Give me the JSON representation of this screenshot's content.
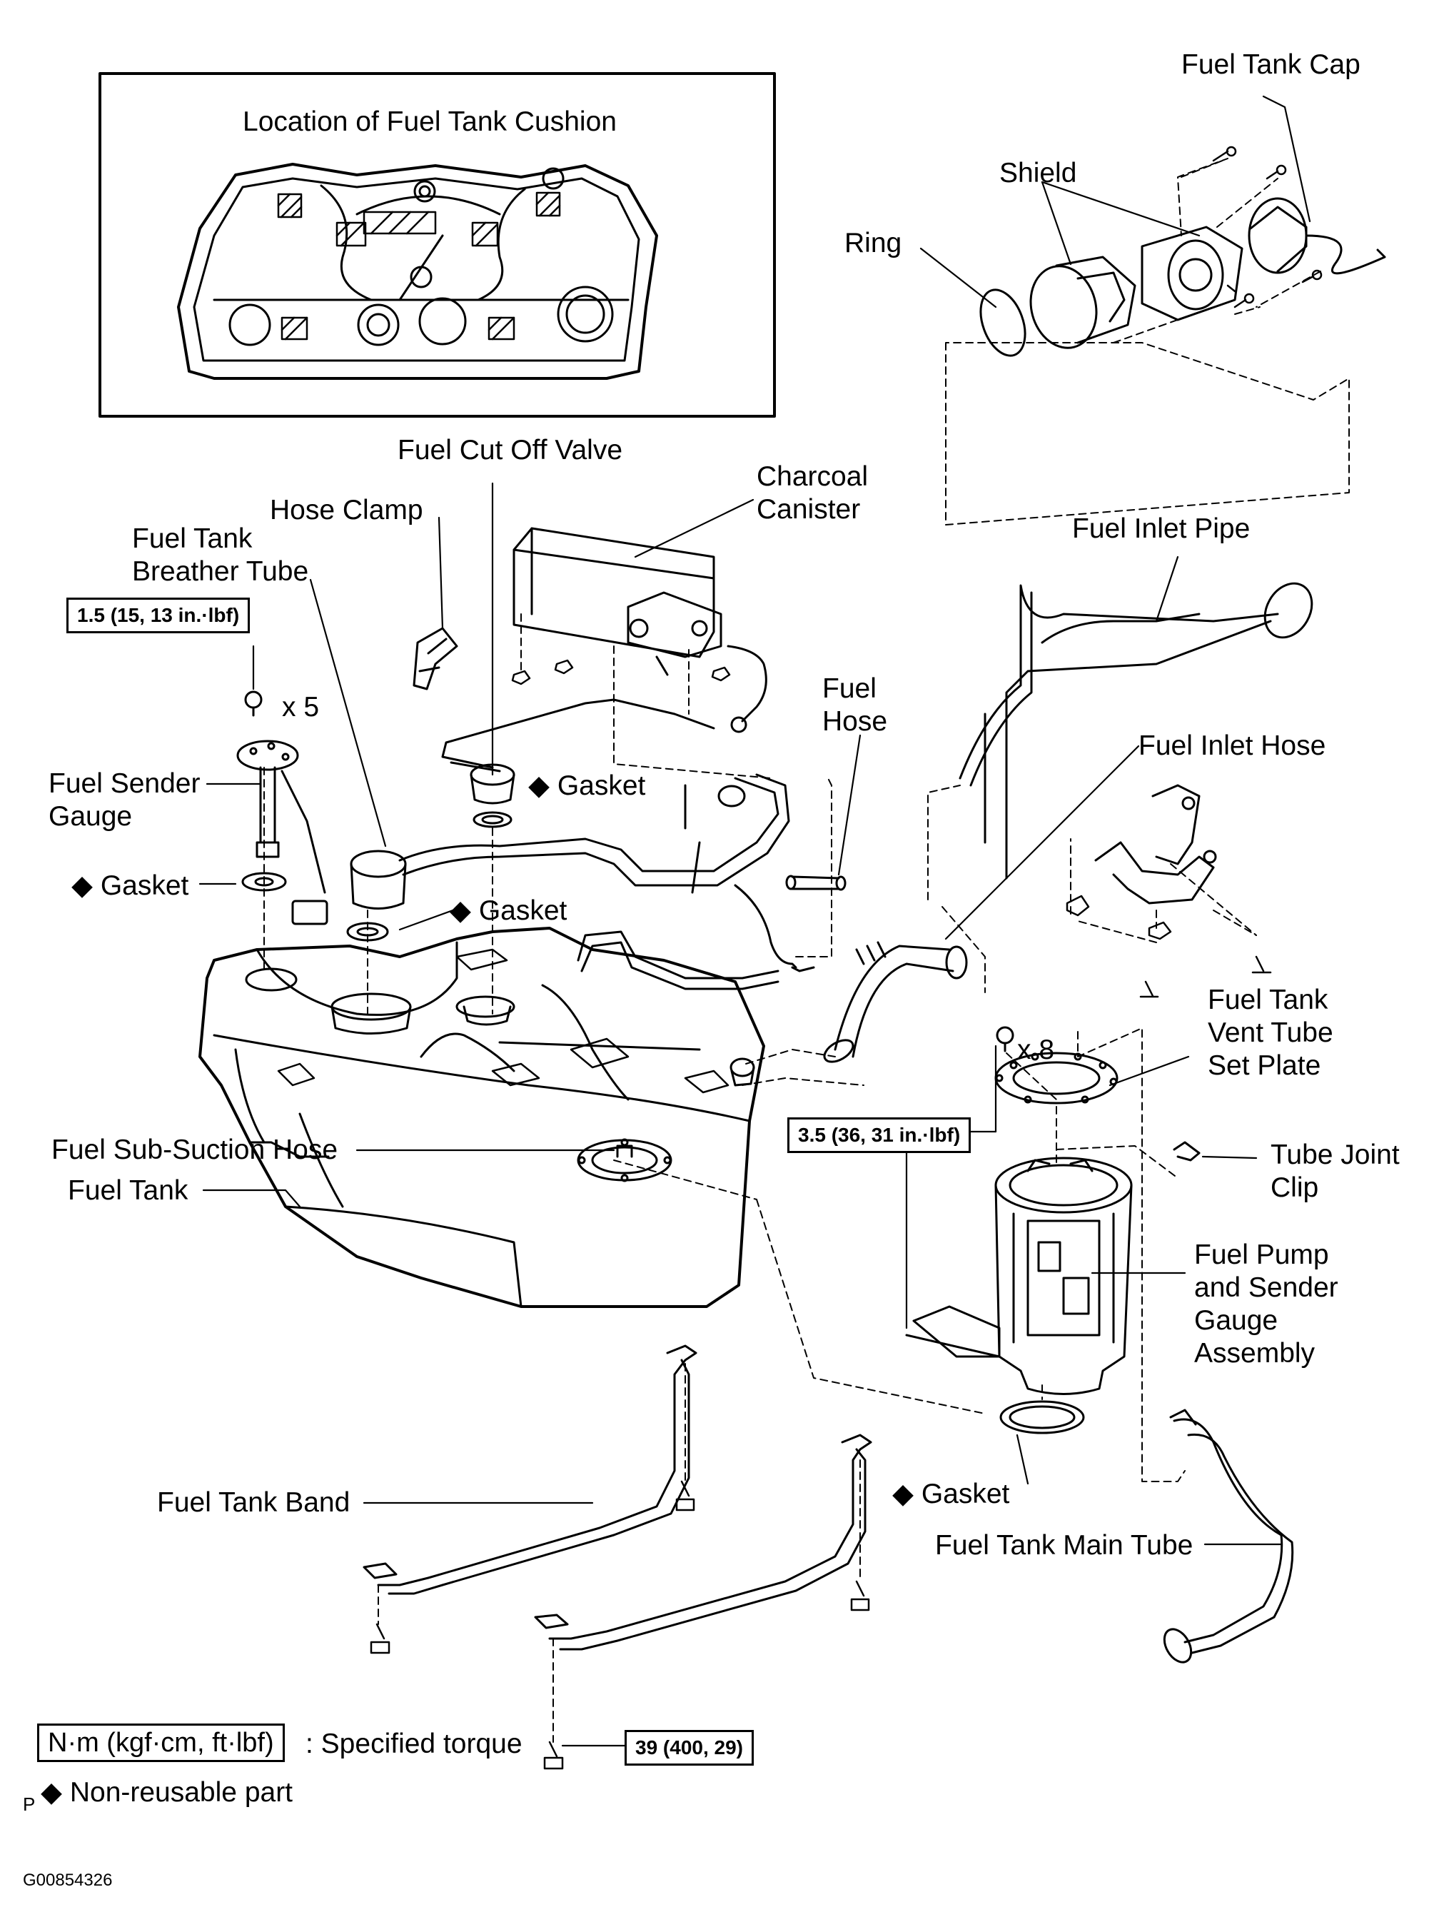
{
  "labels": {
    "inset_title": "Location of Fuel Tank Cushion",
    "fuel_tank_cap": "Fuel Tank Cap",
    "shield": "Shield",
    "ring": "Ring",
    "fuel_cut_off_valve": "Fuel Cut Off Valve",
    "charcoal_canister": [
      "Charcoal",
      "Canister"
    ],
    "hose_clamp": "Hose Clamp",
    "fuel_tank_breather_tube": [
      "Fuel Tank",
      "Breather Tube"
    ],
    "fuel_inlet_pipe": "Fuel Inlet Pipe",
    "fuel_hose": [
      "Fuel",
      "Hose"
    ],
    "fuel_inlet_hose": "Fuel Inlet Hose",
    "x5": "x 5",
    "x8": "x 8",
    "fuel_sender_gauge": [
      "Fuel Sender",
      "Gauge"
    ],
    "gasket_top": "Gasket",
    "gasket_left": "Gasket",
    "gasket_mid": "Gasket",
    "gasket_bottom": "Gasket",
    "fuel_tank_vent_tube_set_plate": [
      "Fuel Tank",
      "Vent Tube",
      "Set Plate"
    ],
    "tube_joint_clip": [
      "Tube Joint",
      "Clip"
    ],
    "fuel_sub_suction_hose": "Fuel Sub-Suction Hose",
    "fuel_tank": "Fuel Tank",
    "fuel_pump_assembly": [
      "Fuel Pump",
      "and Sender",
      "Gauge",
      "Assembly"
    ],
    "fuel_tank_band": "Fuel Tank Band",
    "fuel_tank_main_tube": "Fuel Tank Main Tube"
  },
  "torques": {
    "t1": "1.5 (15, 13 in.·lbf)",
    "t2": "3.5 (36, 31 in.·lbf)",
    "t3": "39 (400, 29)"
  },
  "legend": {
    "unit_box": "N·m (kgf·cm, ft·lbf)",
    "specified_torque": ": Specified torque",
    "non_reusable": "Non-reusable part",
    "diamond_symbol": "◆"
  },
  "footer": {
    "p_mark": "P",
    "code": "G00854326"
  }
}
